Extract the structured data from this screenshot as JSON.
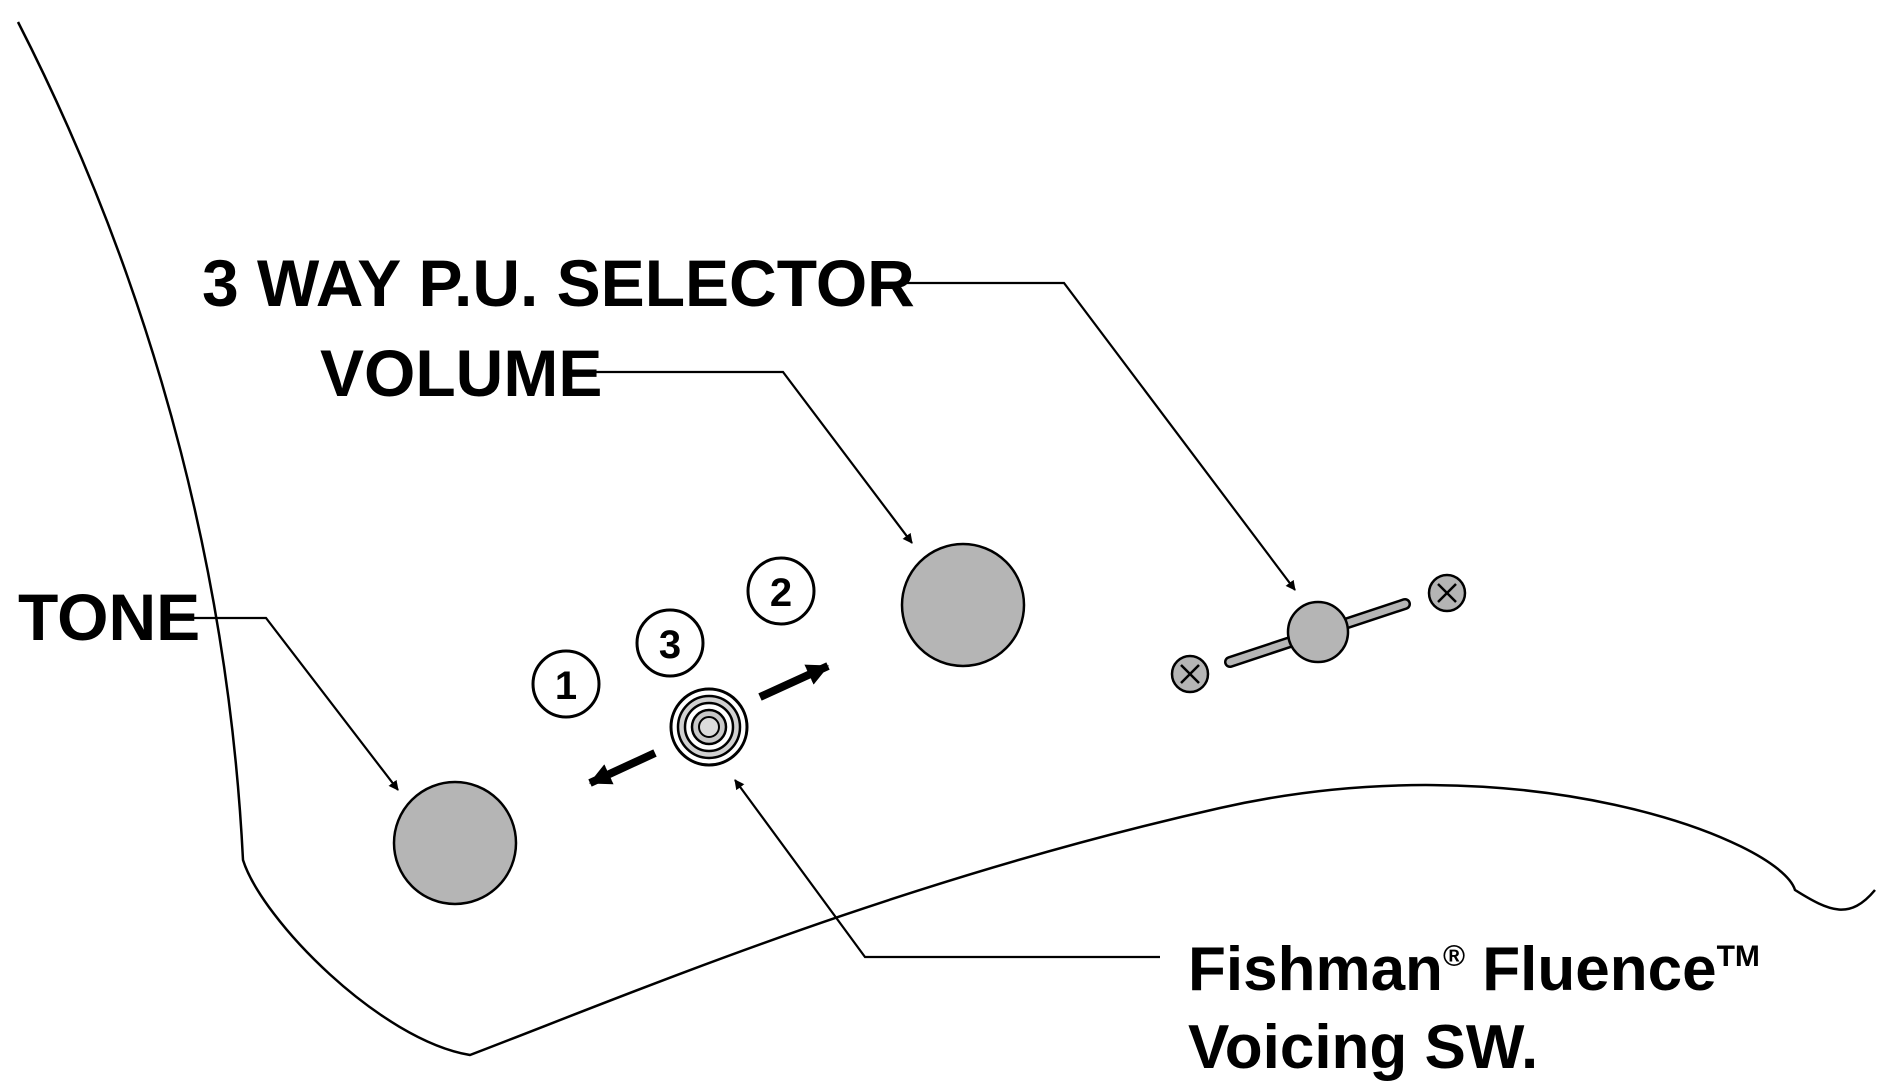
{
  "labels": {
    "selector": "3 WAY P.U. SELECTOR",
    "volume": "VOLUME",
    "tone": "TONE",
    "voicing_line1_a": "Fishman",
    "voicing_line1_reg": "®",
    "voicing_line1_b": " Fluence",
    "voicing_line1_tm": "TM",
    "voicing_line2": "Voicing SW."
  },
  "positions": [
    "1",
    "2",
    "3"
  ],
  "colors": {
    "knob_fill": "#b5b5b5",
    "stroke": "#000000",
    "background": "#ffffff"
  }
}
